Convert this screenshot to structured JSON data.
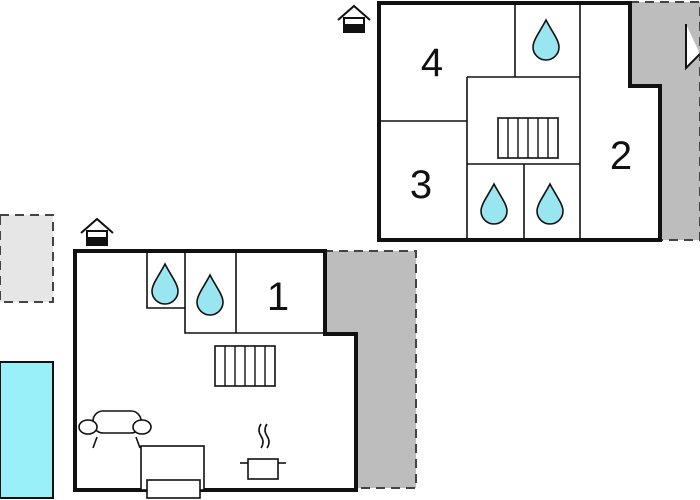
{
  "floors": [
    {
      "id": "ground",
      "rooms": [
        {
          "number": "1",
          "type": "bedroom"
        }
      ],
      "features": [
        "entrance-icon",
        "shower-icon",
        "shower-icon",
        "stairs-icon",
        "sofa-icon",
        "table-icon",
        "cooking-pot-icon"
      ]
    },
    {
      "id": "upper",
      "rooms": [
        {
          "number": "2",
          "type": "bedroom"
        },
        {
          "number": "3",
          "type": "bedroom"
        },
        {
          "number": "4",
          "type": "bedroom"
        }
      ],
      "features": [
        "entrance-icon",
        "shower-icon",
        "shower-icon",
        "shower-icon",
        "stairs-icon"
      ]
    }
  ],
  "outdoor": [
    "terrace",
    "terrace",
    "garden-area",
    "pool"
  ],
  "colors": {
    "wall": "#000000",
    "terrace": "#bdbdbd",
    "garden": "#e6e6e6",
    "pool": "#99f0f8",
    "water_drop": "#99e6f0"
  }
}
